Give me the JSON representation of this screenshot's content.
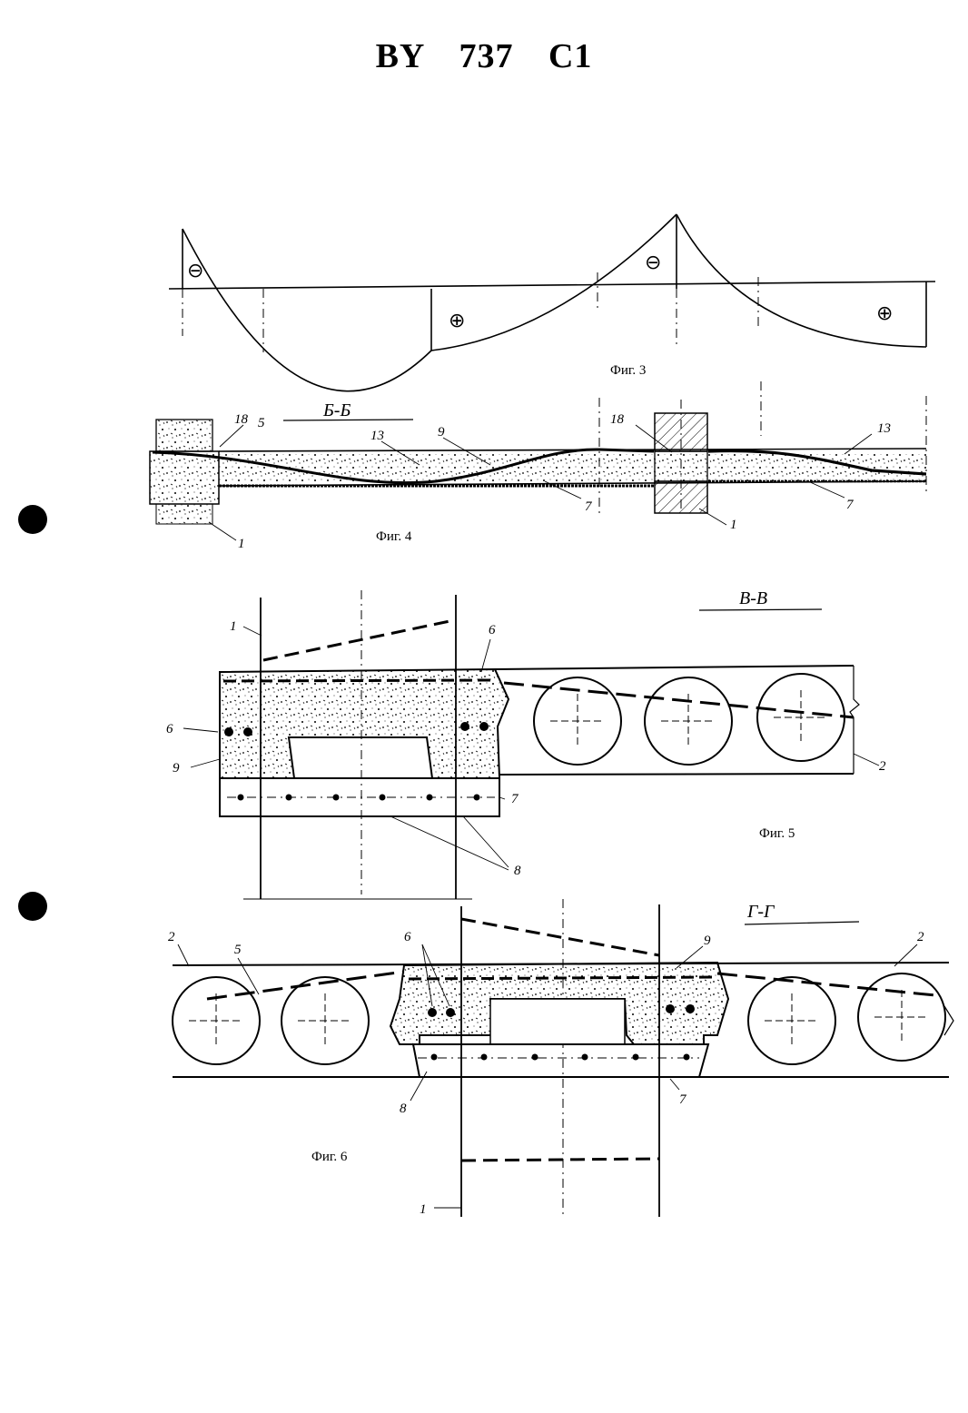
{
  "document": {
    "title": "BY 737 C1"
  },
  "figures": {
    "fig3": {
      "caption": "Фиг. 3",
      "signs": [
        "⊖",
        "⊖",
        "⊕",
        "⊕"
      ]
    },
    "fig4": {
      "caption": "Фиг. 4",
      "section": "Б-Б",
      "labels": [
        "18",
        "5",
        "13",
        "9",
        "7",
        "1",
        "18",
        "13",
        "7",
        "1"
      ]
    },
    "fig5": {
      "caption": "Фиг. 5",
      "section": "В-В",
      "labels": [
        "1",
        "6",
        "6",
        "9",
        "7",
        "8",
        "2"
      ]
    },
    "fig6": {
      "caption": "Фиг. 6",
      "section": "Г-Г",
      "labels": [
        "2",
        "5",
        "6",
        "9",
        "2",
        "8",
        "7",
        "1"
      ]
    }
  }
}
